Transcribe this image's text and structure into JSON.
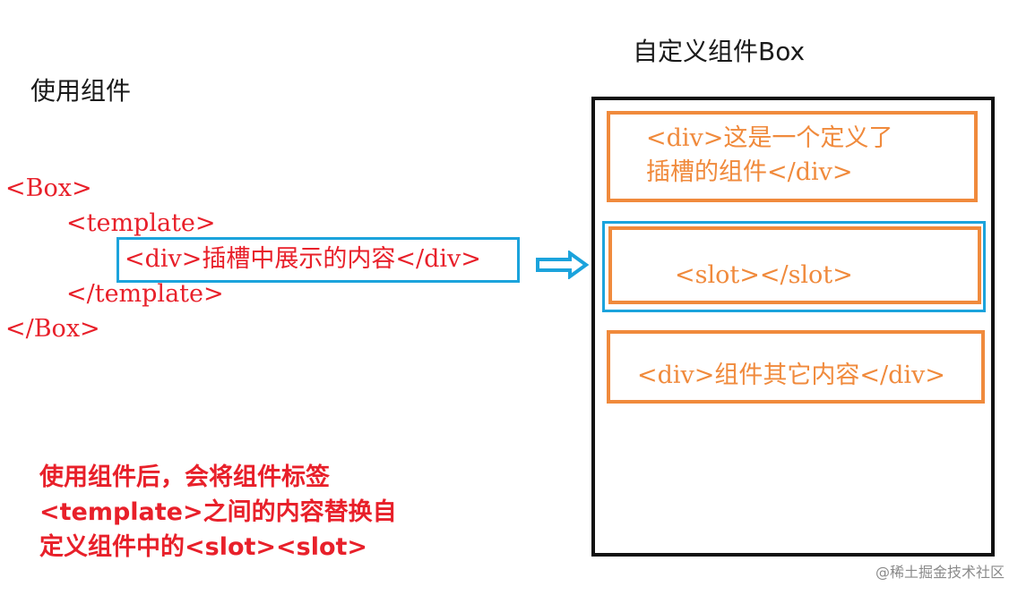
{
  "left": {
    "title": "使用组件",
    "code": {
      "box_open": "<Box>",
      "template_open": "<template>",
      "slot_content": "<div>插槽中展示的内容</div>",
      "template_close": "</template>",
      "box_close": "</Box>"
    },
    "note": [
      "使用组件后，会将组件标签",
      "<template>之间的内容替换自",
      "定义组件中的<slot><slot>"
    ]
  },
  "right": {
    "title": "自定义组件Box",
    "block1": [
      "<div>这是一个定义了",
      "插槽的组件</div>"
    ],
    "slot": "<slot></slot>",
    "block2": "<div>组件其它内容</div>"
  },
  "watermark": "@稀土掘金技术社区",
  "colors": {
    "code": "#e8202a",
    "component": "#f08a3c",
    "highlight": "#1ba3dc",
    "frame": "#111111"
  },
  "icons": {
    "arrow": "arrow-right-outline-icon"
  }
}
